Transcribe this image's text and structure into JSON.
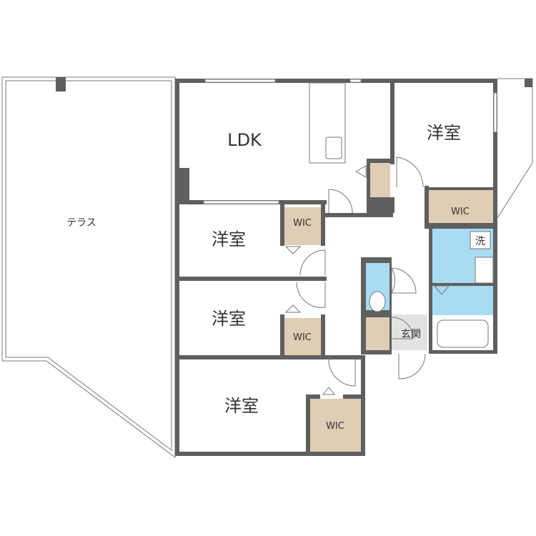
{
  "rooms": {
    "ldk": "LDK",
    "terrace": "テラス",
    "western_room_ne": "洋室",
    "western_room_mid": "洋室",
    "western_room_low": "洋室",
    "western_room_bottom": "洋室",
    "wic_ne": "WIC",
    "wic_mid": "WIC",
    "wic_low": "WIC",
    "wic_bottom": "WIC",
    "entrance": "玄関",
    "washer": "洗"
  },
  "colors": {
    "wall": "#5f5f5f",
    "closet": "#e0cdb5",
    "wet_area": "#a8dcf2",
    "entrance_floor": "#e2e2e2"
  }
}
